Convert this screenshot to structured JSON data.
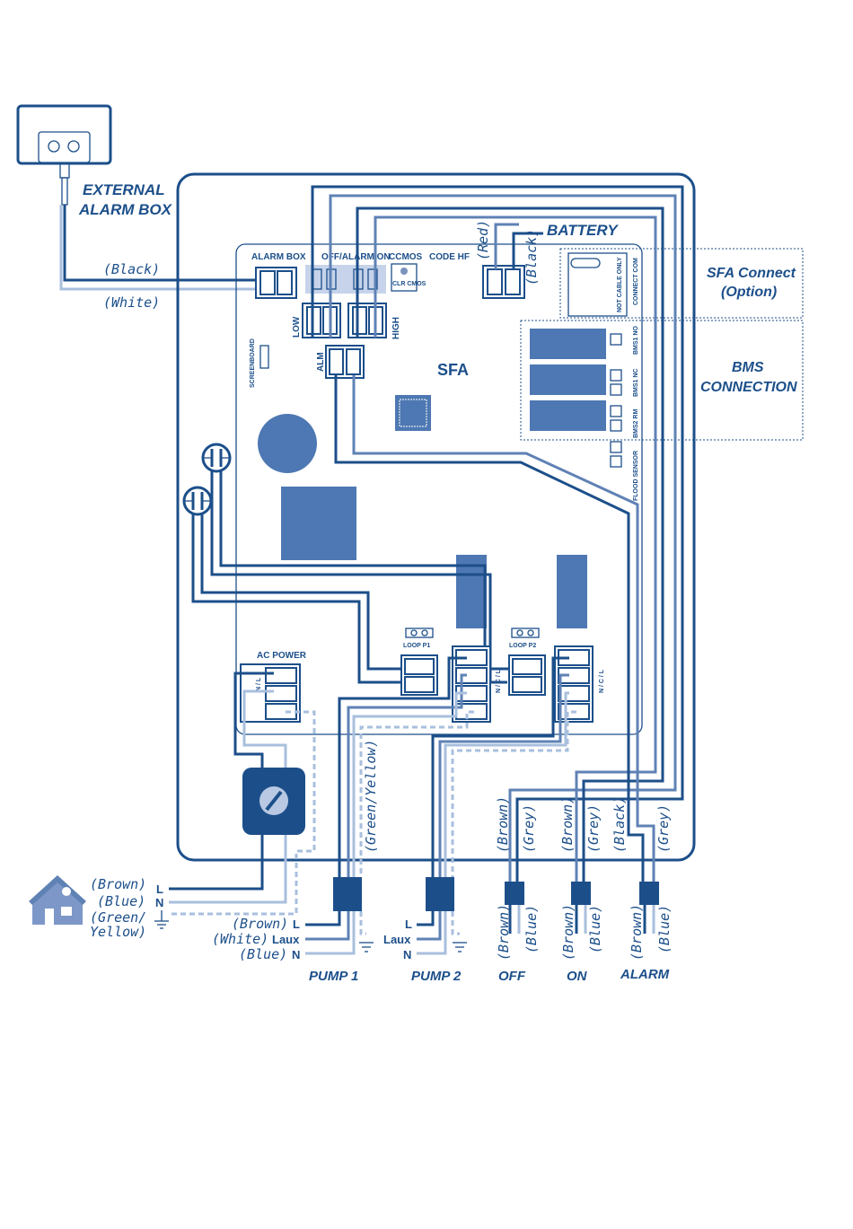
{
  "labels": {
    "external_alarm_box_line1": "EXTERNAL",
    "external_alarm_box_line2": "ALARM BOX",
    "battery": "BATTERY",
    "sfa_connect_line1": "SFA Connect",
    "sfa_connect_line2": "(Option)",
    "bms_line1": "BMS",
    "bms_line2": "CONNECTION",
    "board_brand": "SFA",
    "alarm_box_header": "ALARM BOX",
    "off_alarm_on_header": "OFF/ALARM/ON",
    "ccmos_header": "CCMOS",
    "clr_cmos": "CLR CMOS",
    "code_hf": "CODE HF",
    "low": "LOW",
    "high": "HIGH",
    "alm": "ALM",
    "screenboard": "SCREENBOARD",
    "not_cable_only": "NOT CABLE ONLY",
    "connect_com": "CONNECT COM",
    "bms1_no": "BMS1 NO",
    "bms1_nc": "BMS1 NC",
    "bms2_rm": "BMS2 RM",
    "flood_sensor": "FLOOD SENSOR",
    "ac_power": "AC POWER",
    "loop_p1": "LOOP P1",
    "loop_p2": "LOOP P2",
    "ncl": "N / C / L",
    "nl": "N / L"
  },
  "wire_colors": {
    "black": "(Black)",
    "white": "(White)",
    "red": "(Red)",
    "black_battery": "(Black)",
    "green_yellow_vertical": "(Green/Yellow)",
    "brown": "(Brown)",
    "grey": "(Grey)",
    "blue": "(Blue)"
  },
  "mains": {
    "brown": "(Brown)",
    "blue": "(Blue)",
    "green": "(Green/",
    "yellow": "Yellow)",
    "l": "L",
    "n": "N"
  },
  "pump1_inputs": {
    "brown": "(Brown)",
    "white": "(White)",
    "blue": "(Blue)",
    "l": "L",
    "laux": "Laux",
    "n": "N"
  },
  "pump2_inputs": {
    "l": "L",
    "laux": "Laux",
    "n": "N"
  },
  "outputs": {
    "pump1": "PUMP 1",
    "pump2": "PUMP 2",
    "off": "OFF",
    "on": "ON",
    "alarm": "ALARM"
  },
  "colors": {
    "dark": "#1c4f8a",
    "mid": "#5f82b5",
    "light": "#a9bfdd",
    "block": "#4e78b3"
  }
}
